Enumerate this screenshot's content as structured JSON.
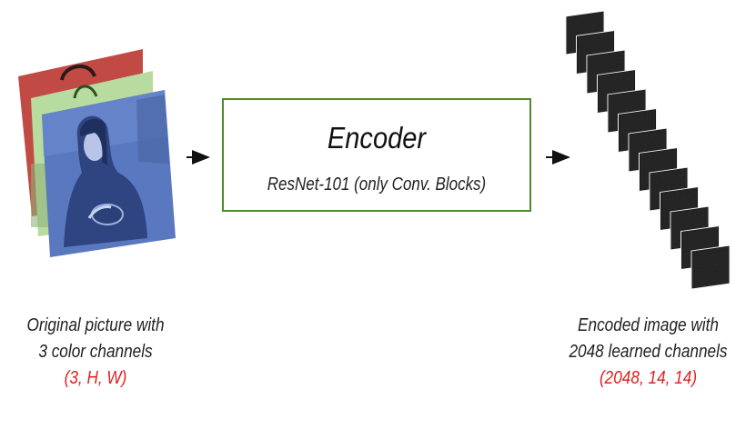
{
  "encoder": {
    "title": "Encoder",
    "subtitle": "ResNet-101 (only Conv. Blocks)"
  },
  "input": {
    "caption_line1": "Original picture with",
    "caption_line2": "3 color channels",
    "shape": "(3, H, W)",
    "channel_colors": [
      "#c24a44",
      "#b8dba0",
      "#5a78c0"
    ]
  },
  "output": {
    "caption_line1": "Encoded image with",
    "caption_line2": "2048 learned channels",
    "shape": "(2048, 14, 14)"
  },
  "colors": {
    "encoder_border": "#4e8a2e",
    "shape_text": "#e02020",
    "arrow": "#111111"
  }
}
